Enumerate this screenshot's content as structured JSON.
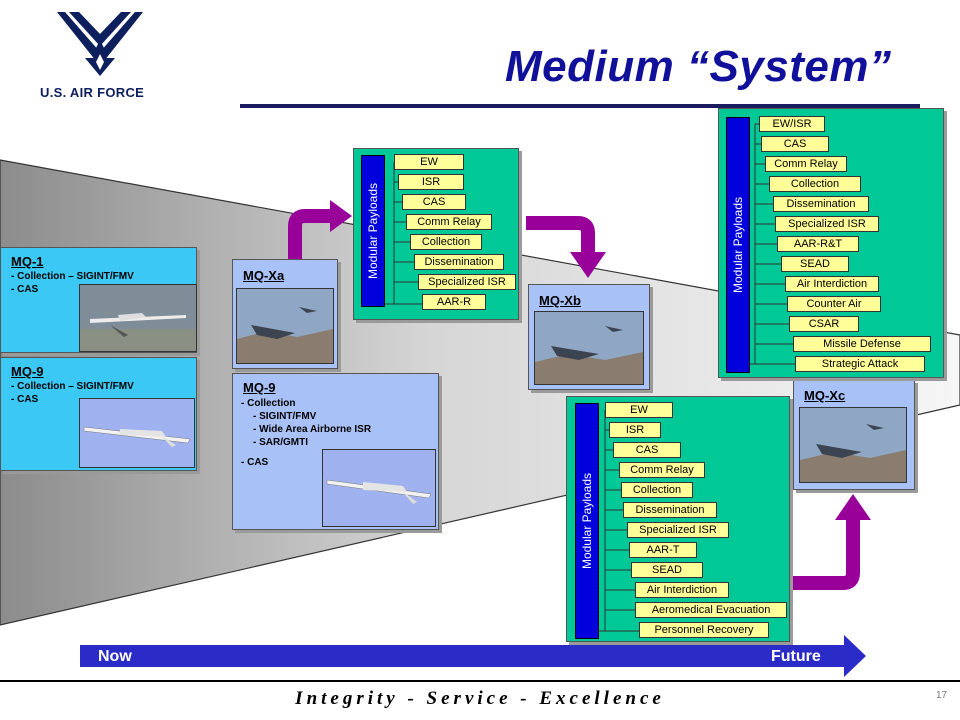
{
  "header": {
    "title": "Medium “System”",
    "logo_text": "U.S. AIR FORCE"
  },
  "colors": {
    "title": "#10109a",
    "panel_blue": "#a8c2f8",
    "panel_cyan": "#3cc8f4",
    "payload_green": "#00c896",
    "payload_bar": "#0000dd",
    "payload_item": "#ffff99",
    "arrow_purple": "#990099",
    "timeline": "#2b2bc8"
  },
  "mq1": {
    "title": "MQ-1",
    "lines": [
      "- Collection  – SIGINT/FMV",
      "- CAS"
    ]
  },
  "mq9_left": {
    "title": "MQ-9",
    "lines": [
      "- Collection  – SIGINT/FMV",
      "- CAS"
    ]
  },
  "mqxa": {
    "title": "MQ-Xa"
  },
  "mq9_mid": {
    "title": "MQ-9",
    "lines": [
      "- Collection",
      "- SIGINT/FMV",
      "- Wide Area Airborne ISR",
      "- SAR/GMTI",
      "- CAS"
    ]
  },
  "mqxb": {
    "title": "MQ-Xb"
  },
  "mqxc": {
    "title": "MQ-Xc"
  },
  "payload_a": {
    "label": "Modular Payloads",
    "items": [
      "EW",
      "ISR",
      "CAS",
      "Comm Relay",
      "Collection",
      "Dissemination",
      "Specialized ISR",
      "AAR-R"
    ]
  },
  "payload_b": {
    "label": "Modular Payloads",
    "items": [
      "EW",
      "ISR",
      "CAS",
      "Comm Relay",
      "Collection",
      "Dissemination",
      "Specialized ISR",
      "AAR-T",
      "SEAD",
      "Air Interdiction",
      "Aeromedical Evacuation",
      "Personnel Recovery"
    ]
  },
  "payload_c": {
    "label": "Modular Payloads",
    "items": [
      "EW/ISR",
      "CAS",
      "Comm Relay",
      "Collection",
      "Dissemination",
      "Specialized ISR",
      "AAR-R&T",
      "SEAD",
      "Air Interdiction",
      "Counter Air",
      "CSAR",
      "Missile Defense",
      "Strategic Attack"
    ]
  },
  "timeline": {
    "now": "Now",
    "future": "Future"
  },
  "footer": {
    "motto": "Integrity - Service - Excellence",
    "page_number": "17"
  }
}
